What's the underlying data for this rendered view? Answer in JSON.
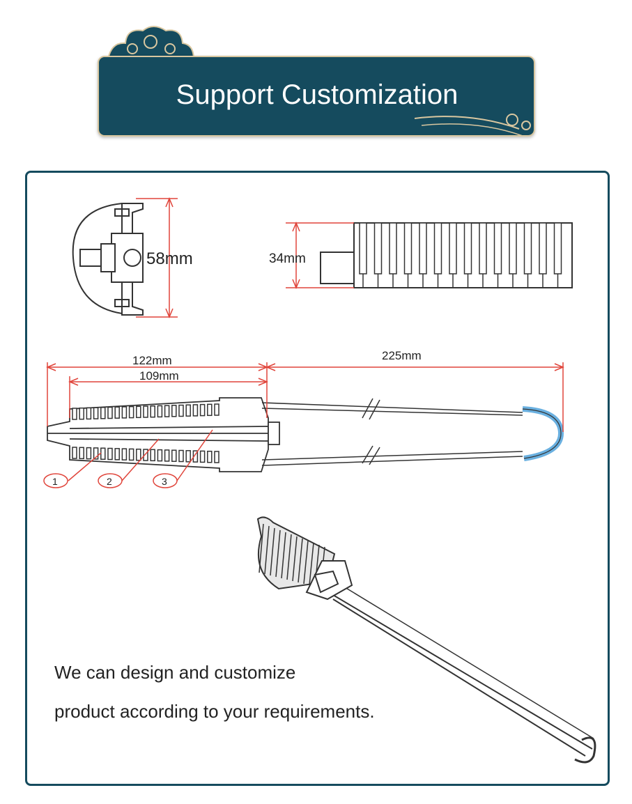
{
  "banner": {
    "title": "Support Customization",
    "colors": {
      "panel": "#154b5e",
      "trim": "#d9c7a0"
    },
    "decoration": "cloud-ornament-icon"
  },
  "drawing": {
    "top_view": {
      "dimension": "58mm"
    },
    "side_view": {
      "dimension": "34mm"
    },
    "front_view": {
      "dimensions": [
        "122mm",
        "109mm",
        "225mm"
      ],
      "callouts": [
        "1",
        "2",
        "3"
      ]
    }
  },
  "caption": {
    "line1": "We can design and customize",
    "line2": "product according to your requirements."
  },
  "colors": {
    "frame": "#154b5e",
    "dimension_line": "#e0443a"
  }
}
